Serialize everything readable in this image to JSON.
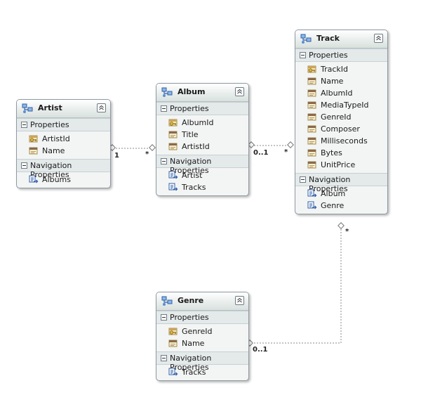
{
  "entities": {
    "artist": {
      "title": "Artist",
      "properties_label": "Properties",
      "properties": [
        {
          "name": "ArtistId",
          "key": true
        },
        {
          "name": "Name",
          "key": false
        }
      ],
      "nav_label": "Navigation Properties",
      "navigation": [
        "Albums"
      ]
    },
    "album": {
      "title": "Album",
      "properties_label": "Properties",
      "properties": [
        {
          "name": "AlbumId",
          "key": true
        },
        {
          "name": "Title",
          "key": false
        },
        {
          "name": "ArtistId",
          "key": false
        }
      ],
      "nav_label": "Navigation Properties",
      "navigation": [
        "Artist",
        "Tracks"
      ]
    },
    "track": {
      "title": "Track",
      "properties_label": "Properties",
      "properties": [
        {
          "name": "TrackId",
          "key": true
        },
        {
          "name": "Name",
          "key": false
        },
        {
          "name": "AlbumId",
          "key": false
        },
        {
          "name": "MediaTypeId",
          "key": false
        },
        {
          "name": "GenreId",
          "key": false
        },
        {
          "name": "Composer",
          "key": false
        },
        {
          "name": "Milliseconds",
          "key": false
        },
        {
          "name": "Bytes",
          "key": false
        },
        {
          "name": "UnitPrice",
          "key": false
        }
      ],
      "nav_label": "Navigation Properties",
      "navigation": [
        "Album",
        "Genre"
      ]
    },
    "genre": {
      "title": "Genre",
      "properties_label": "Properties",
      "properties": [
        {
          "name": "GenreId",
          "key": true
        },
        {
          "name": "Name",
          "key": false
        }
      ],
      "nav_label": "Navigation Properties",
      "navigation": [
        "Tracks"
      ]
    }
  },
  "multiplicities": {
    "artist_album_one": "1",
    "artist_album_many": "*",
    "album_track_one": "0..1",
    "album_track_many": "*",
    "track_genre_many": "*",
    "track_genre_one": "0..1"
  },
  "colors": {
    "connector": "#8a8a8a",
    "key_icon": "#e2b13c",
    "property_icon": "#8a6a4a",
    "nav_icon": "#2f5fa8"
  }
}
